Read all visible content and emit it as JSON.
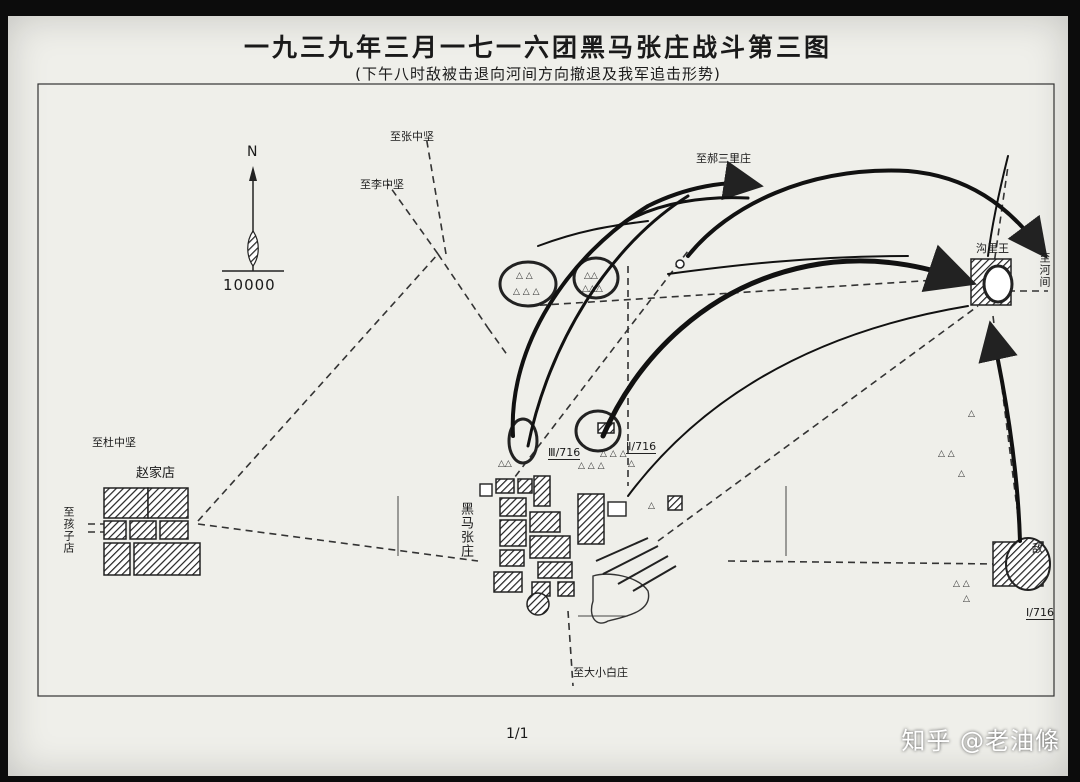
{
  "title": "一九三九年三月一七一六团黑马张庄战斗第三图",
  "subtitle": "(下午八时敌被击退向河间方向撤退及我军追击形势)",
  "compass": {
    "north": "N",
    "scale": "10000"
  },
  "places": {
    "zhao_village": "赵家店",
    "heima_zhangzhuang": "黑马张庄",
    "gouguzhuang": "沟里王"
  },
  "roads": {
    "to_zhangzhongjian": "至张中坚",
    "to_lizhongjian": "至李中坚",
    "to_zhuzhongjian": "至杜中坚",
    "to_haizizhuang": "至孩子店",
    "to_shenjiasanli": "至郝三里庄",
    "to_hejian": "至河间",
    "to_daxiaobaizhuang": "至大小白庄"
  },
  "units": {
    "u3": "Ⅲ/716",
    "u2": "Ⅱ/716",
    "u1": "Ⅰ/716"
  },
  "enemy_label": "敌",
  "bottom_mark": "1/1",
  "watermark": "知乎 @老油條"
}
